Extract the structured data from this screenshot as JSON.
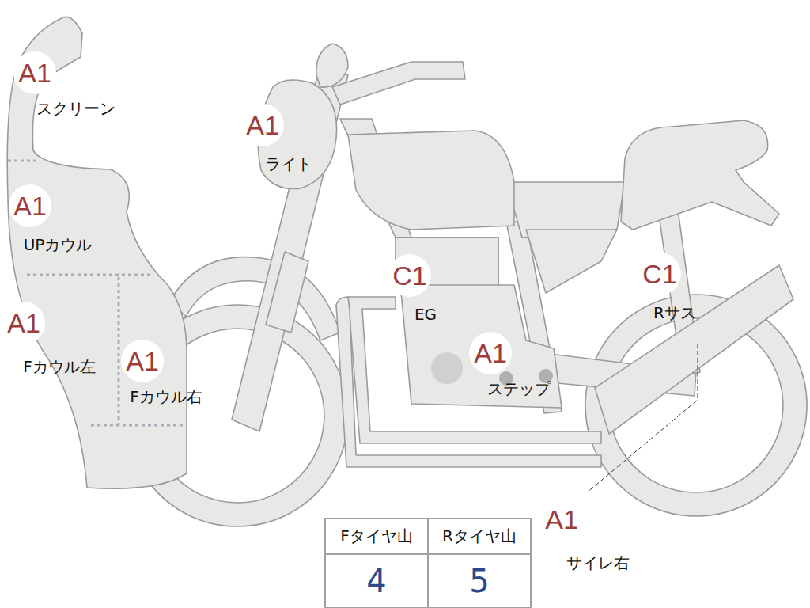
{
  "diagram": {
    "nodes": [
      {
        "text": [
          "A1",
          "スクリーン"
        ]
      },
      {
        "text": [
          "A1",
          "ライト"
        ]
      },
      {
        "text": [
          "A1",
          "UPカウル"
        ]
      },
      {
        "text": [
          "C1",
          "EG"
        ]
      },
      {
        "text": [
          "C1",
          "Rサス"
        ]
      },
      {
        "text": [
          "A1",
          "Fカウル左"
        ]
      },
      {
        "text": [
          "A1",
          "Fカウル右"
        ]
      },
      {
        "text": [
          "A1",
          "ステップ"
        ]
      },
      {
        "text": [
          "A1",
          "サイレ右"
        ]
      }
    ],
    "labels": [
      "Fタイヤ山",
      "Rタイヤ山",
      "4",
      "5"
    ]
  }
}
